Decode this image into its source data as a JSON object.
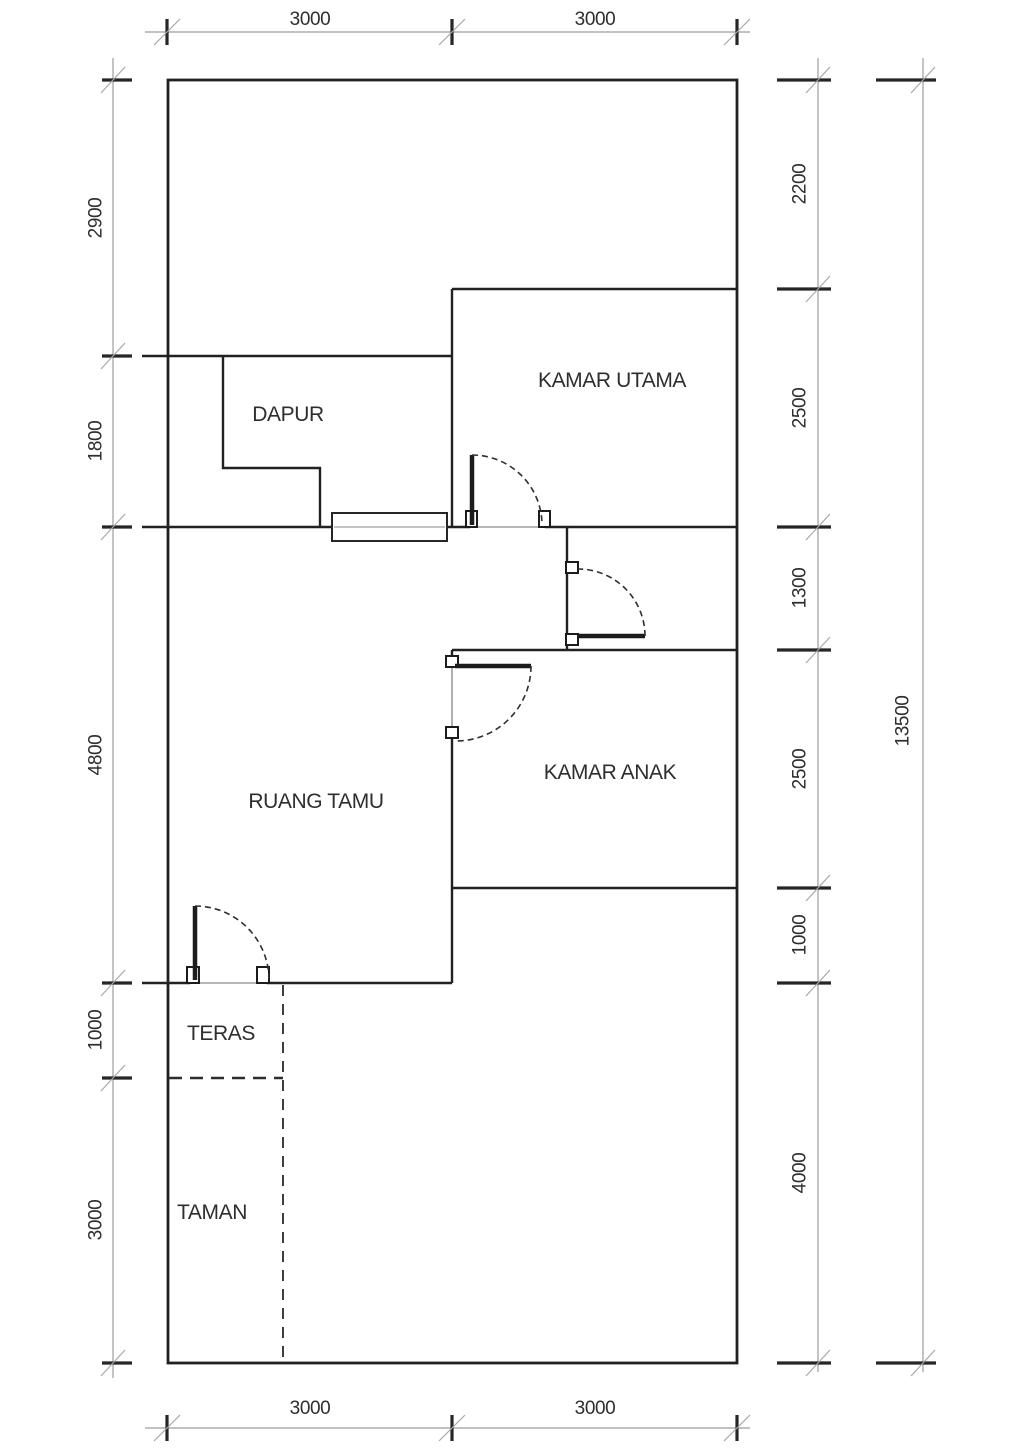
{
  "rooms": {
    "dapur": "DAPUR",
    "kamar_utama": "KAMAR UTAMA",
    "ruang_tamu": "RUANG TAMU",
    "kamar_anak": "KAMAR ANAK",
    "teras": "TERAS",
    "taman": "TAMAN"
  },
  "dimensions": {
    "top": [
      "3000",
      "3000"
    ],
    "bottom": [
      "3000",
      "3000"
    ],
    "left": [
      "2900",
      "1800",
      "4800",
      "1000",
      "3000"
    ],
    "right": [
      "2200",
      "2500",
      "1300",
      "2500",
      "1000",
      "4000"
    ],
    "overall_height": "13500"
  }
}
